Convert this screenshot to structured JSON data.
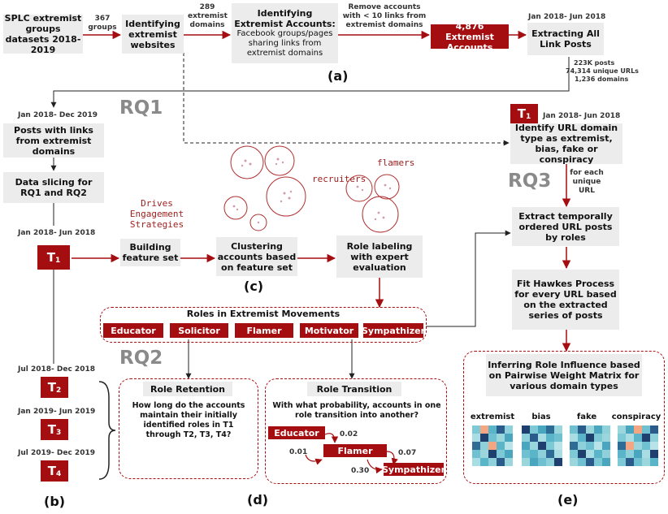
{
  "a": {
    "box1": "SPLC extremist groups datasets 2018-2019",
    "e1": "367 groups",
    "box2": "Identifying extremist websites",
    "e2": "289 extremist domains",
    "box3_title": "Identifying Extremist Accounts:",
    "box3_body": "Facebook groups/pages sharing links from extremist domains",
    "e3": "Remove accounts with < 10 links from extremist domains",
    "box4": "4,876 Extremist Accounts",
    "date": "Jan 2018- Jun 2018",
    "box5": "Extracting All Link Posts",
    "stats1": "223K posts",
    "stats2": "74,314 unique URLs",
    "stats3": "1,236 domains",
    "label": "(a)"
  },
  "b": {
    "rq": "RQ1",
    "date1": "Jan 2018- Dec 2019",
    "posts": "Posts with links from extremist domains",
    "slicing": "Data slicing for RQ1 and RQ2",
    "t1_date": "Jan 2018- Jun 2018",
    "t1": "T",
    "t1_sub": "1",
    "rq2": "RQ2",
    "t2_date": "Jul 2018- Dec 2018",
    "t2": "T",
    "t2_sub": "2",
    "t3_date": "Jan 2019- Jun 2019",
    "t3": "T",
    "t3_sub": "3",
    "t4_date": "Jul 2019- Dec 2019",
    "t4": "T",
    "t4_sub": "4",
    "label": "(b)"
  },
  "c": {
    "drives": "Drives Engagement Strategies",
    "feature": "Building feature set",
    "clustering": "Clustering accounts based on feature set",
    "recruiters": "recruiters",
    "flamers": "flamers",
    "labeling": "Role labeling with expert evaluation",
    "label": "(c)"
  },
  "roles": {
    "title": "Roles in Extremist Movements",
    "items": [
      "Educator",
      "Solicitor",
      "Flamer",
      "Motivator",
      "Sympathizer"
    ]
  },
  "d": {
    "retention_title": "Role Retention",
    "retention_q": "How long do the accounts maintain their initially identified roles in T1 through T2, T3, T4?",
    "transition_title": "Role Transition",
    "transition_q": "With what probability, accounts in one role transition into another?",
    "educator": "Educator",
    "flamer": "Flamer",
    "sympathizer": "Sympathizer",
    "p1": "0.02",
    "p2": "0.01",
    "p3": "0.07",
    "p4": "0.30",
    "label": "(d)"
  },
  "e": {
    "t1": "T",
    "t1_sub": "1",
    "date": "Jan 2018- Jun 2018",
    "identify": "Identify URL domain type as extremist, bias, fake or conspiracy",
    "for_each": "for each unique URL",
    "rq3": "RQ3",
    "extract": "Extract temporally ordered URL posts by roles",
    "hawkes": "Fit Hawkes Process for every URL based on the extracted series of posts",
    "infer": "Inferring Role Influence based on Pairwise Weight Matrix for various domain types",
    "matrices": [
      "extremist",
      "bias",
      "fake",
      "conspiracy"
    ],
    "label": "(e)"
  },
  "colors": {
    "accent": "#a50e10",
    "box": "#ececec",
    "rq": "#8a8a8a"
  }
}
